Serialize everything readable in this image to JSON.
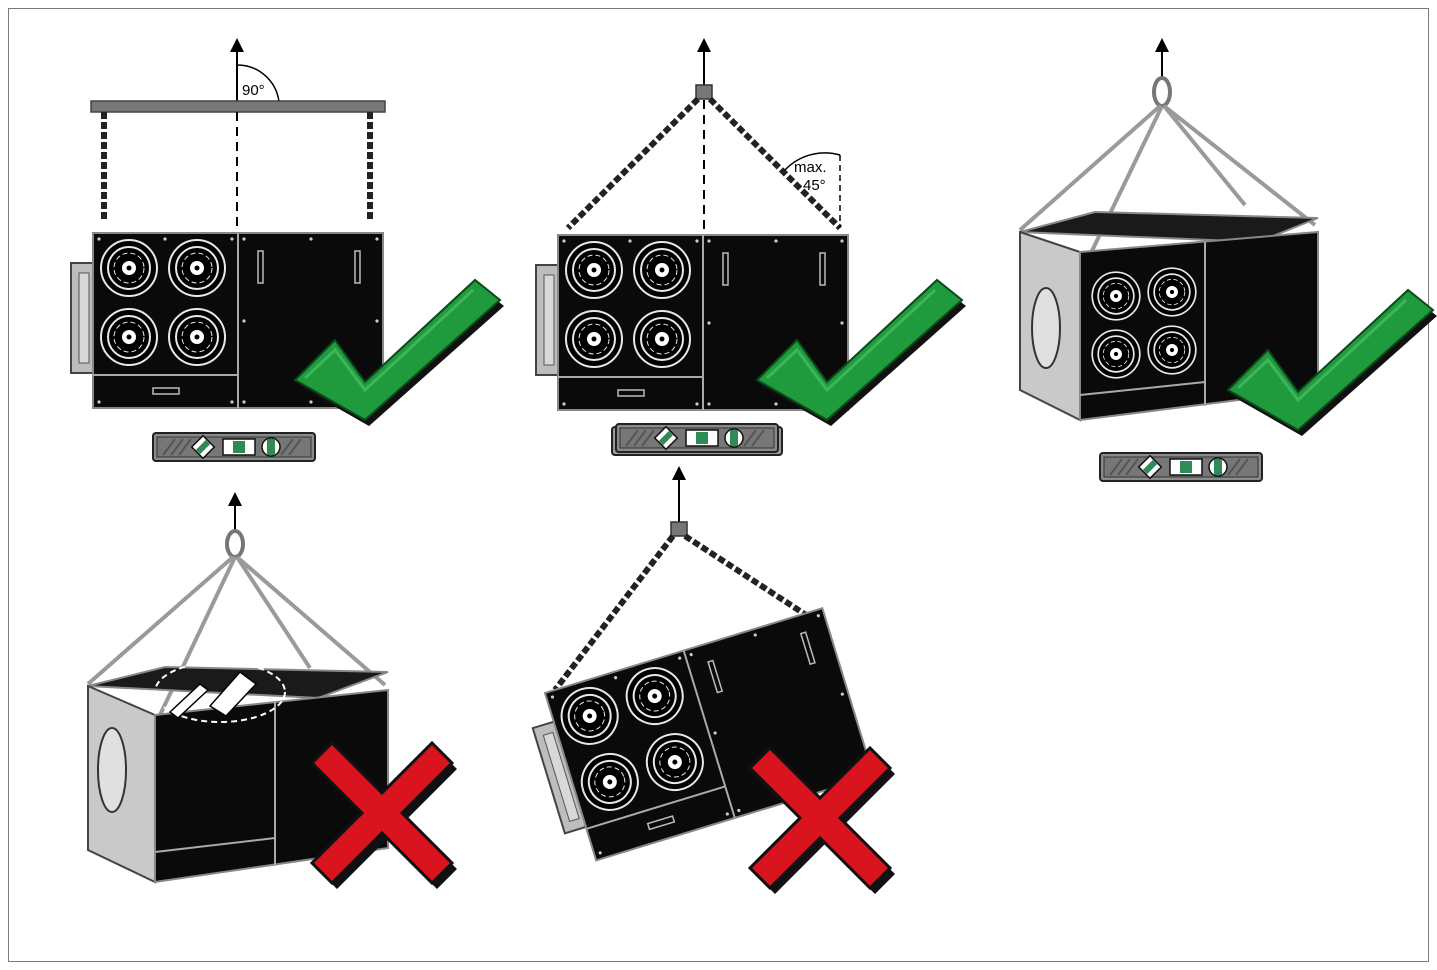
{
  "annotations": {
    "angle_label": "90°",
    "max_label": "max.",
    "max_angle": "45°"
  },
  "panels": [
    {
      "id": "spreader-bar",
      "status": "correct"
    },
    {
      "id": "two-chain",
      "status": "correct"
    },
    {
      "id": "four-sling",
      "status": "correct"
    },
    {
      "id": "four-sling-top-component",
      "status": "wrong"
    },
    {
      "id": "two-chain-tilted",
      "status": "wrong"
    }
  ],
  "colors": {
    "check": "#1f9a3c",
    "cross": "#d9141e",
    "unit_body": "#0a0a0a",
    "chain": "#222222",
    "sling": "#9a9a9a",
    "level_bubble": "#2e8b57"
  },
  "icons": [
    "up-arrow-icon",
    "check-icon",
    "cross-icon",
    "spirit-level-icon",
    "tool-icon",
    "chain-icon",
    "hook-ring-icon"
  ]
}
